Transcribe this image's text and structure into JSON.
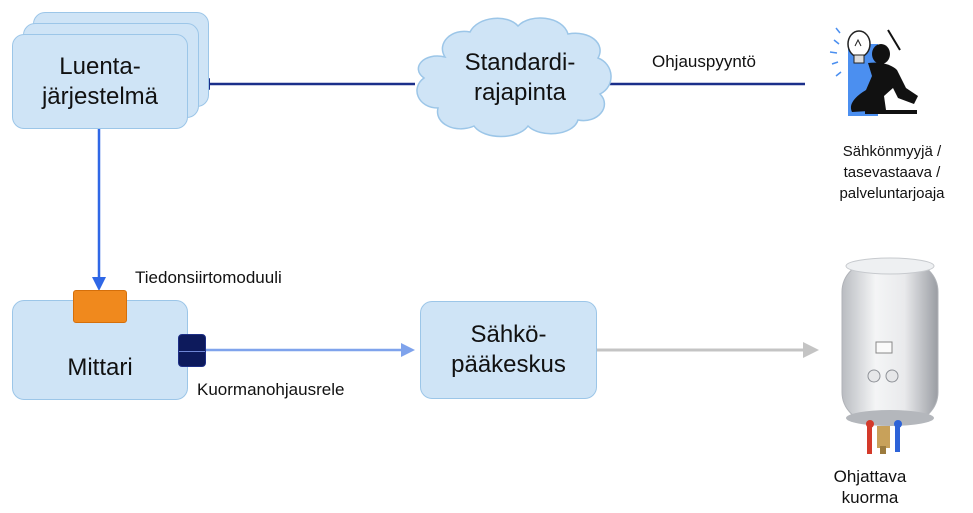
{
  "nodes": {
    "reading_system": {
      "line1": "Luenta-",
      "line2": "järjestelmä"
    },
    "standard_interface": {
      "line1": "Standardi-",
      "line2": "rajapinta"
    },
    "meter": {
      "label": "Mittari"
    },
    "main_panel": {
      "line1": "Sähkö-",
      "line2": "pääkeskus"
    },
    "comm_module": {
      "label": "Tiedonsiirtomoduuli"
    },
    "load_relay": {
      "label": "Kuormanohjausrele"
    },
    "retailer": {
      "line1": "Sähkönmyyjä /",
      "line2": "tasevastaava /",
      "line3": "palveluntarjoaja"
    },
    "controlled_load": {
      "line1": "Ohjattava",
      "line2": "kuorma"
    }
  },
  "edges": {
    "control_request": {
      "label": "Ohjauspyyntö"
    }
  },
  "icons": {
    "retailer": "person-with-lightbulb-icon",
    "load": "water-heater-icon"
  },
  "colors": {
    "box_fill": "#cfe4f6",
    "box_border": "#9cc6e8",
    "arrow_dark": "#1b2f8a",
    "arrow_blue": "#2f67e6",
    "arrow_light": "#7fa3ec",
    "arrow_grey": "#c4c4c4",
    "module": "#f0891d",
    "relay": "#0d1a5c"
  }
}
